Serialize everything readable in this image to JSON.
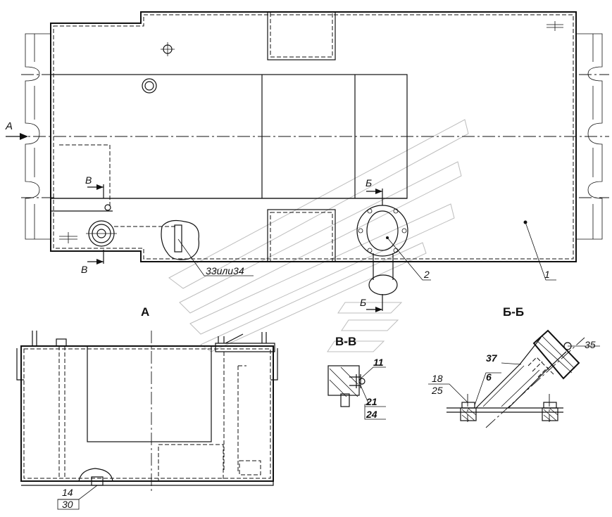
{
  "views": {
    "view_a": "А",
    "section_bb": "Б-Б",
    "section_vv": "В-В"
  },
  "markers": {
    "a_arrow": "А",
    "b_top": "Б",
    "b_bottom": "Б",
    "v_top": "В",
    "v_bottom": "В"
  },
  "callouts": {
    "c1": "1",
    "c2": "2",
    "c33_34": "33или34",
    "c14": "14",
    "c30": "30",
    "c11": "11",
    "c21": "21",
    "c24": "24",
    "c18": "18",
    "c25": "25",
    "c6": "6",
    "c37": "37",
    "c35": "35"
  }
}
